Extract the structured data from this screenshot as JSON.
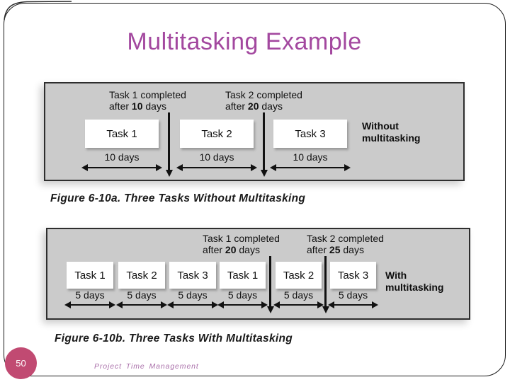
{
  "slide": {
    "title": "Multitasking Example",
    "page_number": "50",
    "footer": "Project Time Management"
  },
  "colors": {
    "title_text": "#a3489f",
    "page_badge": "#c14a72",
    "footer_text": "#a96fa9",
    "panel_background": "#cbcbcb"
  },
  "diagram_without": {
    "side_label_line1": "Without",
    "side_label_line2": "multitasking",
    "caption": "Figure 6-10a. Three Tasks Without Multitasking",
    "annotations": [
      {
        "line1": "Task 1 completed",
        "line2_pre": "after ",
        "line2_bold": "10",
        "line2_post": " days"
      },
      {
        "line1": "Task 2 completed",
        "line2_pre": "after ",
        "line2_bold": "20",
        "line2_post": " days"
      }
    ],
    "tasks": [
      {
        "label": "Task 1",
        "duration": "10 days"
      },
      {
        "label": "Task 2",
        "duration": "10 days"
      },
      {
        "label": "Task 3",
        "duration": "10 days"
      }
    ]
  },
  "diagram_with": {
    "side_label_line1": "With",
    "side_label_line2": "multitasking",
    "caption": "Figure 6-10b. Three Tasks With Multitasking",
    "annotations": [
      {
        "line1": "Task 1 completed",
        "line2_pre": "after ",
        "line2_bold": "20",
        "line2_post": " days"
      },
      {
        "line1": "Task 2 completed",
        "line2_pre": "after ",
        "line2_bold": "25",
        "line2_post": " days"
      }
    ],
    "tasks": [
      {
        "label": "Task 1",
        "duration": "5 days"
      },
      {
        "label": "Task 2",
        "duration": "5 days"
      },
      {
        "label": "Task 3",
        "duration": "5 days"
      },
      {
        "label": "Task 1",
        "duration": "5 days"
      },
      {
        "label": "Task 2",
        "duration": "5 days"
      },
      {
        "label": "Task 3",
        "duration": "5 days"
      }
    ]
  }
}
